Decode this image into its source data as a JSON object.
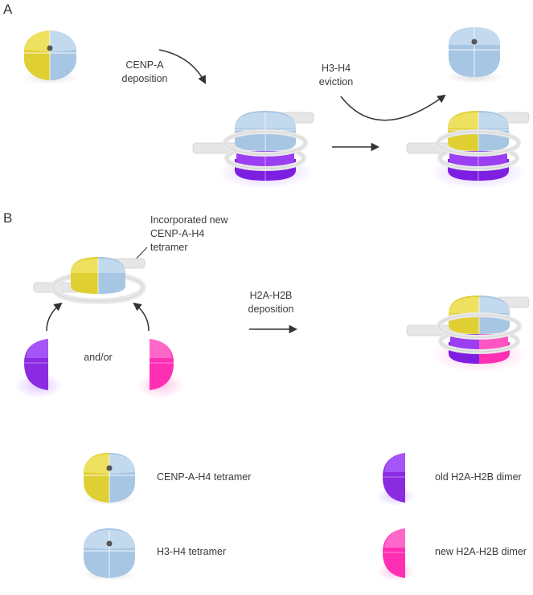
{
  "panels": {
    "a": "A",
    "b": "B"
  },
  "labels": {
    "cenp_a_deposition": [
      "CENP-A",
      "deposition"
    ],
    "h3_h4_eviction": [
      "H3-H4",
      "eviction"
    ],
    "incorporated": [
      "Incorporated new",
      "CENP-A-H4",
      "tetramer"
    ],
    "h2a_h2b_deposition": [
      "H2A-H2B",
      "deposition"
    ],
    "and_or": "and/or"
  },
  "legend": {
    "cenp_a_h4": "CENP-A-H4 tetramer",
    "h3_h4": "H3-H4 tetramer",
    "old_h2a_h2b": "old H2A-H2B dimer",
    "new_h2a_h2b": "new H2A-H2B dimer"
  },
  "colors": {
    "cenp_a_yellow": "#e6d73f",
    "h3_blue": "#a9c9e6",
    "old_dimer_purple": "#8a2be2",
    "new_dimer_magenta": "#ff2fb4",
    "dna_grey": "#ececec",
    "arrow": "#333333"
  }
}
